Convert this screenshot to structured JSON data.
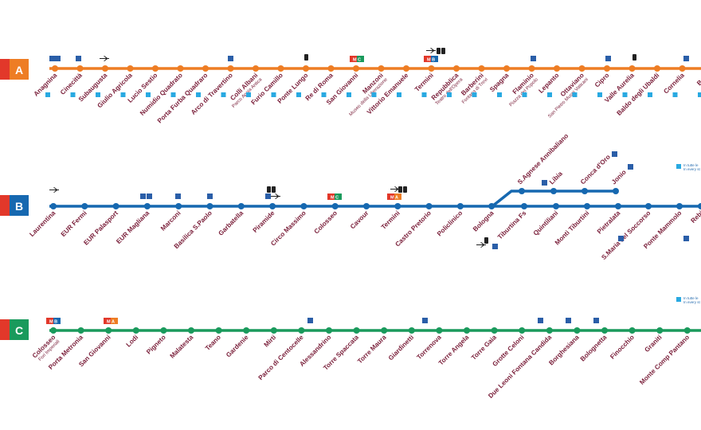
{
  "colors": {
    "lineA": "#ee7d24",
    "lineB": "#1668b0",
    "lineC": "#1a9a5c",
    "labels": "#7a1f3a",
    "badge_red": "#e2382a",
    "access": "#29a9e1",
    "parking": "#2a5ea8"
  },
  "icons": [
    "wheelchair-icon",
    "parking-icon",
    "plane-icon",
    "train-icon",
    "metro-interchange-badge"
  ],
  "lines": [
    {
      "id": "A",
      "badge": "A",
      "stations": [
        {
          "name": "Anagnina"
        },
        {
          "name": "Cinecittà"
        },
        {
          "name": "Subaugusta"
        },
        {
          "name": "Giulio Agricola"
        },
        {
          "name": "Lucio Sestio"
        },
        {
          "name": "Numidio Quadrato"
        },
        {
          "name": "Porta Furba Quadraro"
        },
        {
          "name": "Arco di Travertino"
        },
        {
          "name": "Colli Albani",
          "sub": "Parco Appia Antica"
        },
        {
          "name": "Furio Camillo"
        },
        {
          "name": "Ponte Lungo"
        },
        {
          "name": "Re di Roma"
        },
        {
          "name": "San Giovanni"
        },
        {
          "name": "Manzoni",
          "sub": "Museo della Liberazione"
        },
        {
          "name": "Vittorio Emanuele"
        },
        {
          "name": "Termini"
        },
        {
          "name": "Repubblica",
          "sub": "Teatro dell'Opera"
        },
        {
          "name": "Barberini",
          "sub": "Fontana di Trevi"
        },
        {
          "name": "Spagna"
        },
        {
          "name": "Flaminio",
          "sub": "Piazza del Popolo"
        },
        {
          "name": "Lepanto"
        },
        {
          "name": "Ottaviano",
          "sub": "San Pietro Musei Vaticani"
        },
        {
          "name": "Cipro"
        },
        {
          "name": "Valle Aurelia"
        },
        {
          "name": "Baldo degli Ubaldi"
        },
        {
          "name": "Cornelia"
        },
        {
          "name": "Batti"
        }
      ]
    },
    {
      "id": "B",
      "badge": "B",
      "stations": [
        {
          "name": "Laurentina"
        },
        {
          "name": "EUR Fermi"
        },
        {
          "name": "EUR Palasport"
        },
        {
          "name": "EUR Magliana"
        },
        {
          "name": "Marconi"
        },
        {
          "name": "Basilica S.Paolo"
        },
        {
          "name": "Garbatella"
        },
        {
          "name": "Piramide"
        },
        {
          "name": "Circo Massimo"
        },
        {
          "name": "Colosseo"
        },
        {
          "name": "Cavour"
        },
        {
          "name": "Termini"
        },
        {
          "name": "Castro Pretorio"
        },
        {
          "name": "Policlinico"
        },
        {
          "name": "Bologna"
        },
        {
          "name": "Tiburtina Fs"
        },
        {
          "name": "Quintiliani"
        },
        {
          "name": "Monti Tiburtini"
        },
        {
          "name": "Pietralata"
        },
        {
          "name": "S.Maria del Soccorso"
        },
        {
          "name": "Ponte Mammolo"
        },
        {
          "name": "Rebi"
        }
      ],
      "branch": [
        {
          "name": "S.Agnese Annibaliano"
        },
        {
          "name": "Libia"
        },
        {
          "name": "Conca d'Oro"
        },
        {
          "name": "Jonio"
        }
      ]
    },
    {
      "id": "C",
      "badge": "C",
      "stations": [
        {
          "name": "Colosseo",
          "sub": "Fori Imperiali"
        },
        {
          "name": "Porta Metronia"
        },
        {
          "name": "San Giovanni"
        },
        {
          "name": "Lodi"
        },
        {
          "name": "Pigneto"
        },
        {
          "name": "Malatesta"
        },
        {
          "name": "Teano"
        },
        {
          "name": "Gardenie"
        },
        {
          "name": "Mirti"
        },
        {
          "name": "Parco di Centocelle"
        },
        {
          "name": "Alessandrino"
        },
        {
          "name": "Torre Spaccata"
        },
        {
          "name": "Torre Maura"
        },
        {
          "name": "Giardinetti"
        },
        {
          "name": "Torrenova"
        },
        {
          "name": "Torre Angela"
        },
        {
          "name": "Torre Gaia"
        },
        {
          "name": "Grotte Celoni"
        },
        {
          "name": "Due Leoni Fontana Candida"
        },
        {
          "name": "Borghesiana"
        },
        {
          "name": "Bolognetta"
        },
        {
          "name": "Finocchio"
        },
        {
          "name": "Graniti"
        },
        {
          "name": "Monte Comp Pantano"
        }
      ]
    }
  ],
  "interchange_badges": {
    "A_san_giovanni": "M C",
    "A_termini": "M B",
    "B_colosseo": "M C",
    "B_termini": "M A",
    "C_colosseo": "M B",
    "C_san_giovanni": "M A"
  },
  "notes": {
    "line_b_1": "In tutte le",
    "line_b_2": "In every st",
    "line_c_1": "In tutte le",
    "line_c_2": "In every st"
  }
}
